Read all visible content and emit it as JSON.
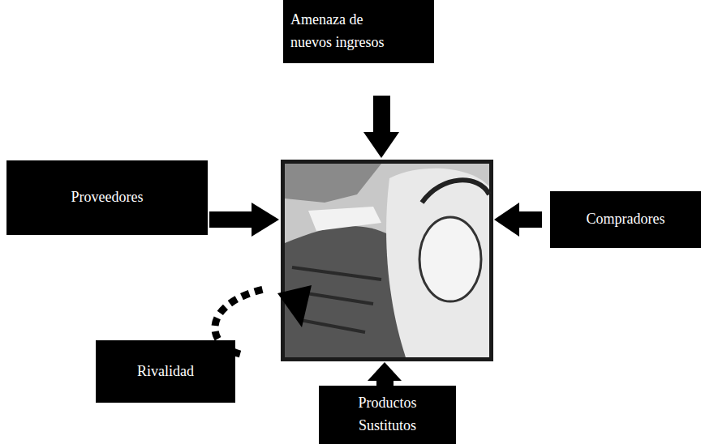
{
  "diagram": {
    "nodes": [
      {
        "text": [
          "Amenaza de nuevos ingresos"
        ]
      },
      {
        "text": [
          "Proveedores"
        ]
      },
      {
        "text": [
          "Compradores"
        ]
      },
      {
        "text": [
          "Rivalidad"
        ]
      },
      {
        "text": [
          "Productos Sustitutos"
        ]
      }
    ]
  }
}
